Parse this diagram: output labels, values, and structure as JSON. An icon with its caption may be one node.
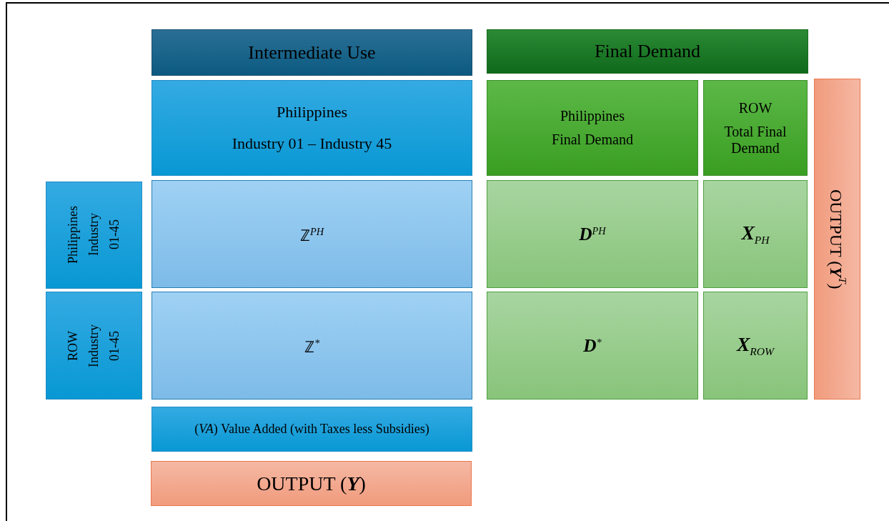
{
  "diagram": {
    "nodes": [
      {
        "text": [
          "Intermediate Use"
        ]
      },
      {
        "text": [
          "Final Demand"
        ]
      },
      {
        "text": [
          "Philippines",
          "Industry 01 – Industry 45"
        ]
      },
      {
        "text": [
          "Philippines",
          "Final Demand"
        ]
      },
      {
        "text": [
          "ROW",
          "Total Final Demand"
        ]
      },
      {
        "text": [
          "OUTPUT (**Y**$^{T}$)"
        ]
      },
      {
        "text": [
          "Philippines Industry 01-45"
        ]
      },
      {
        "text": [
          "ℤ$^{PH}$"
        ]
      },
      {
        "text": [
          "**D**$^{PH}$"
        ]
      },
      {
        "text": [
          "**X**$_{PH}$"
        ]
      },
      {
        "text": [
          "ROW Industry 01-45"
        ]
      },
      {
        "text": [
          "ℤ$^{*}$"
        ]
      },
      {
        "text": [
          "**D**$^{*}$"
        ]
      },
      {
        "text": [
          "**X**$_{ROW}$"
        ]
      },
      {
        "text": [
          "(*VA*) Value Added (with Taxes less Subsidies)"
        ]
      },
      {
        "text": [
          "OUTPUT (**Y**)"
        ]
      }
    ],
    "edges": []
  }
}
